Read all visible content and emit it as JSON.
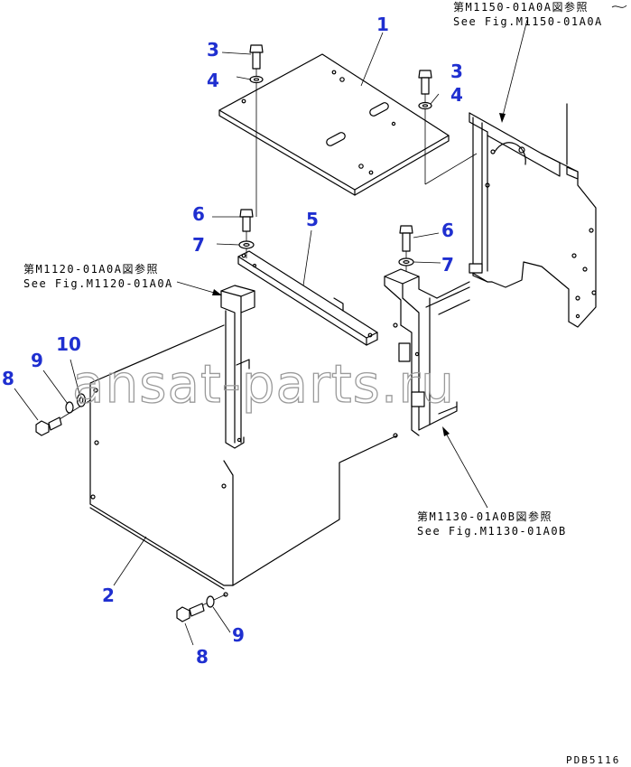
{
  "callouts": [
    "1",
    "2",
    "3",
    "3",
    "4",
    "4",
    "5",
    "6",
    "6",
    "7",
    "7",
    "8",
    "8",
    "9",
    "9",
    "10"
  ],
  "refs": {
    "m1150_jp": "第M1150-01A0A図参照",
    "m1150_en": "See Fig.M1150-01A0A",
    "m1120_jp": "第M1120-01A0A図参照",
    "m1120_en": "See Fig.M1120-01A0A",
    "m1130_jp": "第M1130-01A0B図参照",
    "m1130_en": "See Fig.M1130-01A0B"
  },
  "watermark": "ansat-parts.ru",
  "page_code": "PDB5116",
  "colors": {
    "callout": "#1f2fd0",
    "line": "#000000",
    "watermark": "#9a9a9a"
  }
}
